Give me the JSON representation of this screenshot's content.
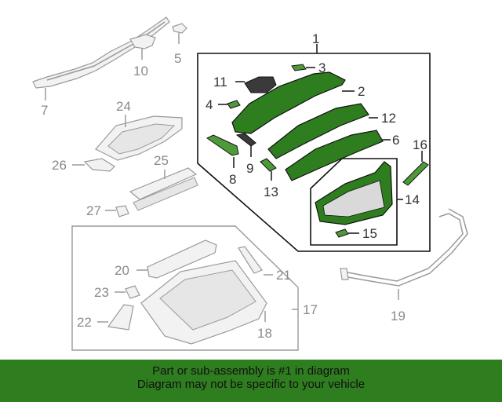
{
  "callouts": {
    "c1": "1",
    "c2": "2",
    "c3": "3",
    "c4": "4",
    "c5": "5",
    "c6": "6",
    "c7": "7",
    "c8": "8",
    "c9": "9",
    "c10": "10",
    "c11": "11",
    "c12": "12",
    "c13": "13",
    "c14": "14",
    "c15": "15",
    "c16": "16",
    "c17": "17",
    "c18": "18",
    "c19": "19",
    "c20": "20",
    "c21": "21",
    "c22": "22",
    "c23": "23",
    "c24": "24",
    "c25": "25",
    "c26": "26",
    "c27": "27"
  },
  "footer": {
    "line1": "Part or sub-assembly is #1 in diagram",
    "line2": "Diagram may not be specific to your vehicle"
  },
  "colors": {
    "highlight": "#2e7d1f",
    "footer_bg": "#2e7d1f"
  }
}
